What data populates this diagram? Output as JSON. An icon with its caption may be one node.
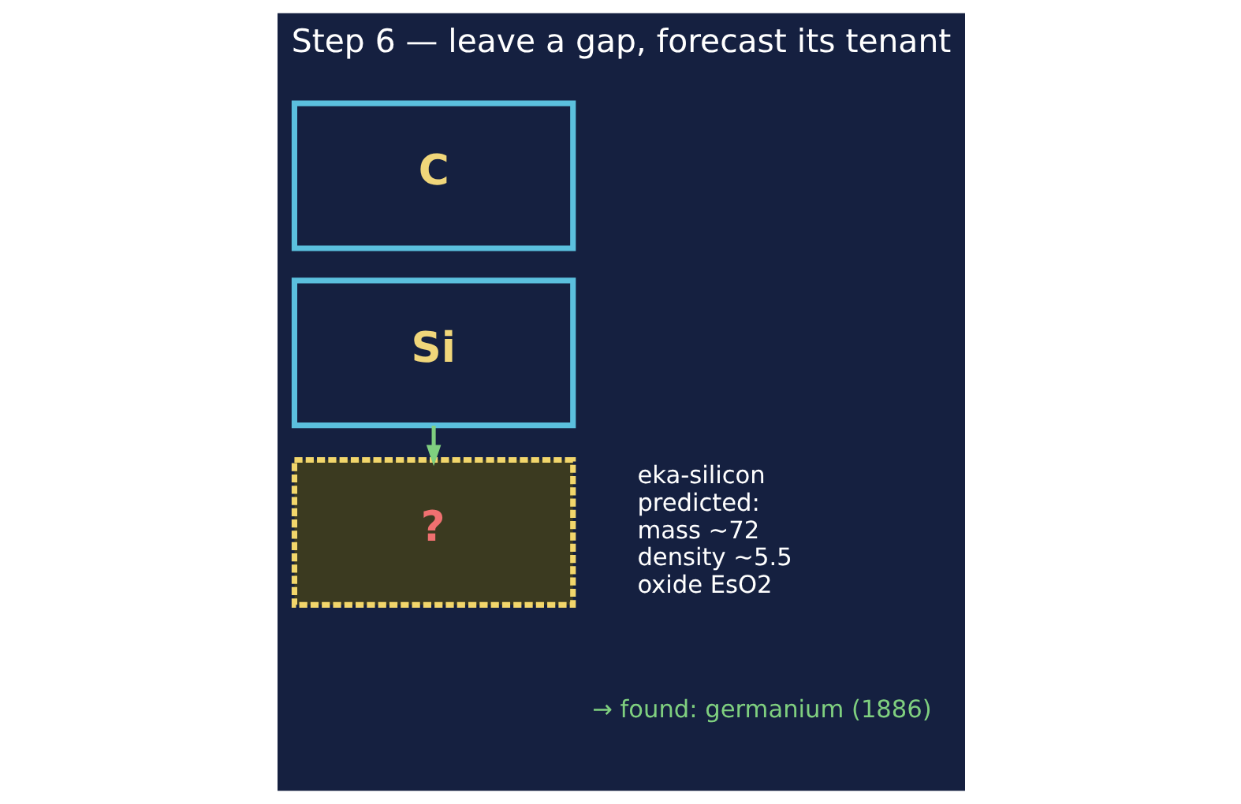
{
  "diagram": {
    "title": "Step 6 — leave a gap, forecast its tenant",
    "nodes": [
      {
        "text": [
          "C"
        ]
      },
      {
        "text": [
          "Si"
        ]
      },
      {
        "text": [
          "?"
        ],
        "beside": [
          "eka-silicon predicted:",
          "mass ~72",
          "density ~5.5",
          "oxide EsO2"
        ]
      }
    ],
    "edges": [
      {
        "from": 1,
        "to": 2,
        "arrow": "to",
        "color": "#7fcf7f"
      }
    ],
    "labels": [
      "→ found: germanium (1886)"
    ]
  }
}
